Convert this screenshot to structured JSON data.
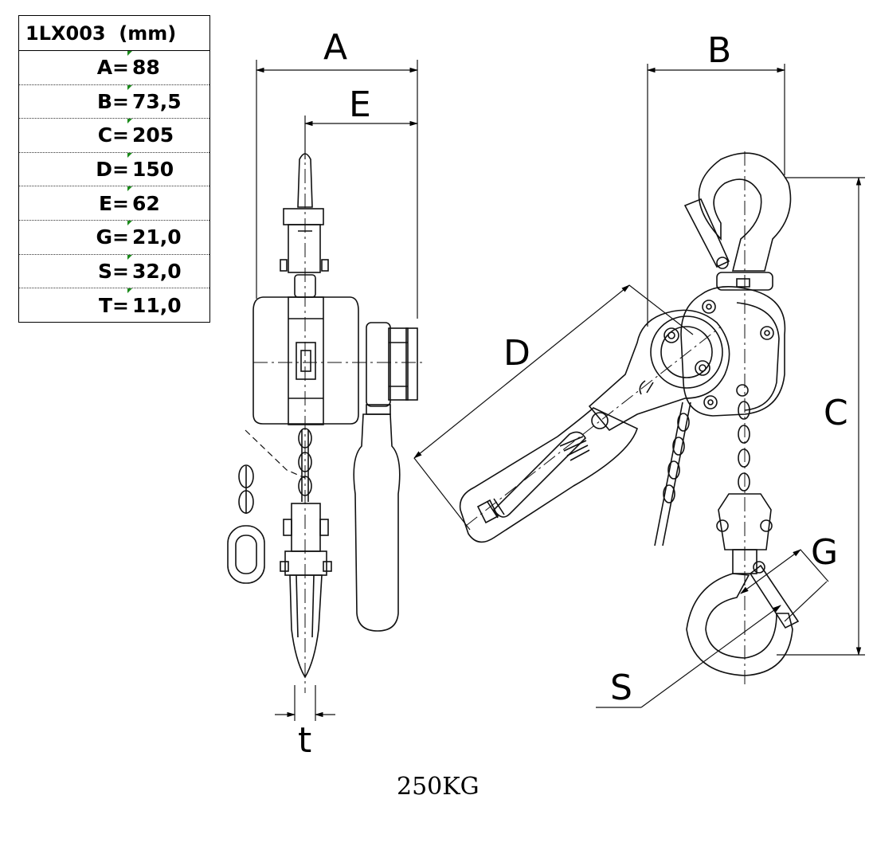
{
  "spec_table": {
    "header": "1LX003  (mm)",
    "rows": [
      {
        "key": "A=",
        "value": "88"
      },
      {
        "key": "B=",
        "value": "73,5"
      },
      {
        "key": "C=",
        "value": "205"
      },
      {
        "key": "D=",
        "value": "150"
      },
      {
        "key": "E=",
        "value": "62"
      },
      {
        "key": "G=",
        "value": "21,0"
      },
      {
        "key": "S=",
        "value": "32,0"
      },
      {
        "key": "T=",
        "value": "11,0"
      }
    ]
  },
  "dimension_labels": {
    "a": "A",
    "b": "B",
    "c": "C",
    "d": "D",
    "e": "E",
    "g": "G",
    "s": "S",
    "t": "t"
  },
  "caption": "250KG"
}
